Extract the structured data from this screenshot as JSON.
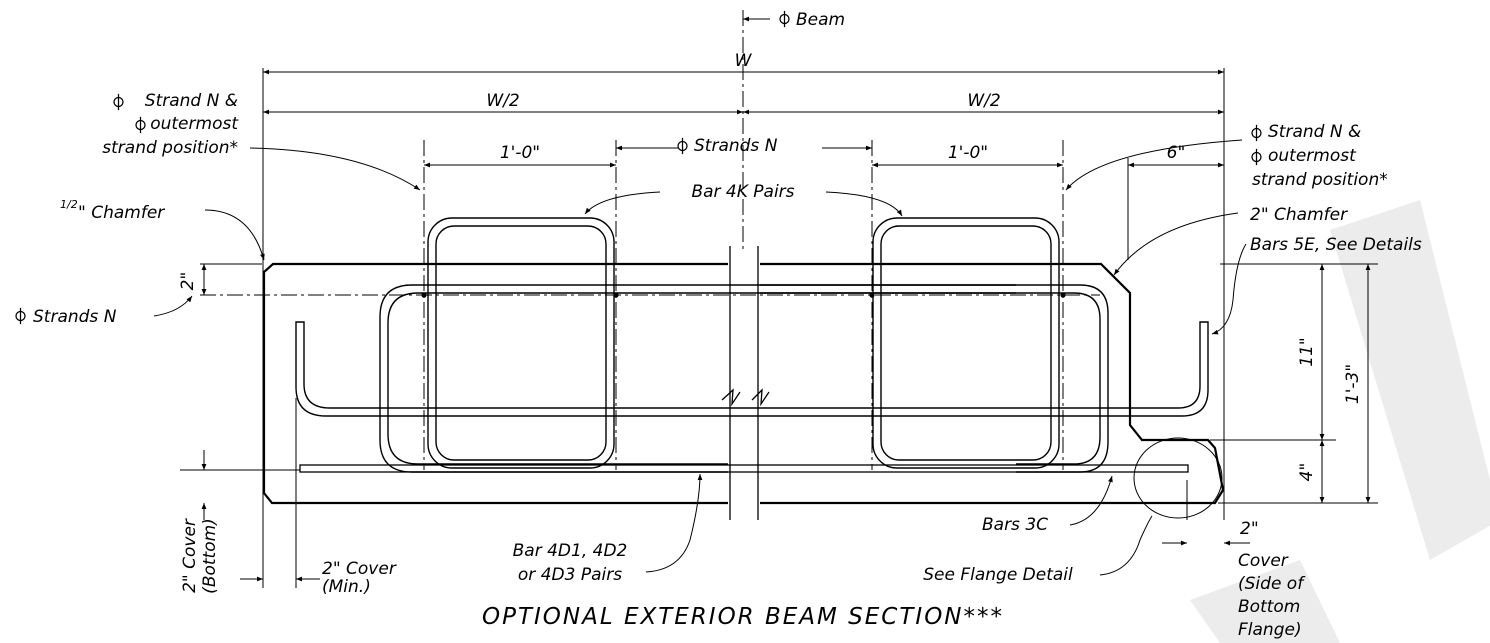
{
  "title": "OPTIONAL EXTERIOR BEAM SECTION***",
  "watermark": {
    "text": "DRAFT",
    "color": "#ececec"
  },
  "labels": {
    "cl_beam": "Beam",
    "cl_strands_n_center": "Strands N",
    "cl_strands_n_left": "Strands N",
    "width_w": "W",
    "half_left": "W/2",
    "half_right": "W/2",
    "dim_1ft_left": "1'-0\"",
    "dim_1ft_right": "1'-0\"",
    "dim_6in": "6\"",
    "dim_2in_top": "2\"",
    "dim_11in": "11\"",
    "dim_1ft3in": "1'-3\"",
    "dim_4in": "4\"",
    "left_strand_note": [
      "Strand N &",
      "outermost",
      "strand position*"
    ],
    "right_strand_note": [
      "Strand N &",
      "outermost",
      "strand position*"
    ],
    "chamfer_half": "\" Chamfer",
    "chamfer_half_frac": "1/2",
    "chamfer_2in": "2\" Chamfer",
    "bar_4k": "Bar 4K Pairs",
    "bars_5e": "Bars 5E, See Details",
    "bar_4d": [
      "Bar 4D1, 4D2",
      "or 4D3 Pairs"
    ],
    "bars_3c": "Bars 3C",
    "flange_detail": "See Flange Detail",
    "cover_bottom": [
      "2\" Cover",
      "(Bottom)"
    ],
    "cover_min": [
      "2\" Cover",
      "(Min.)"
    ],
    "cover_side": [
      "2\"",
      "Cover",
      "(Side of",
      "Bottom",
      "Flange)"
    ]
  },
  "icons": {
    "centerline": "centerline-symbol-icon"
  }
}
